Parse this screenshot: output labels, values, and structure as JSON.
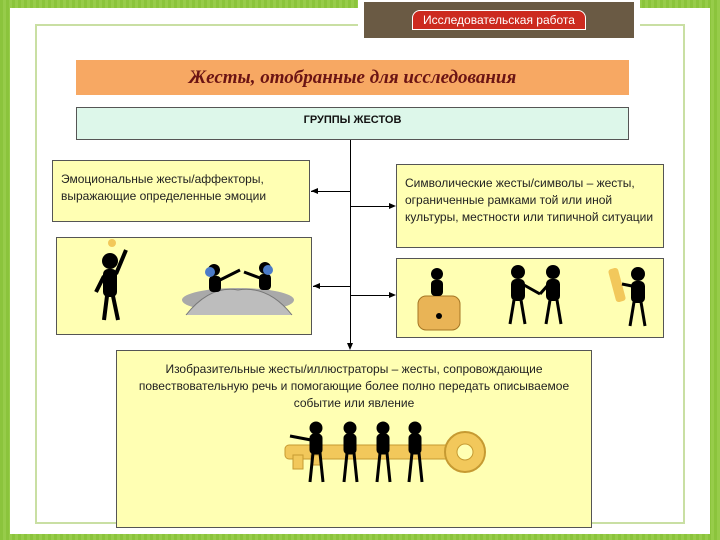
{
  "header": {
    "tab_label": "Исследовательская работа"
  },
  "title": "Жесты, отобранные для исследования",
  "groups_title": "ГРУППЫ ЖЕСТОВ",
  "groups": {
    "emotional": "Эмоциональные жесты/аффекторы, выражающие определенные эмоции",
    "symbolic": "Символические жесты/символы – жесты, ограниченные рамками той или иной культуры, местности или типичной ситуации",
    "illustrative": "Изобразительные жесты/иллюстраторы – жесты, сопровождающие повествовательную речь и помогающие более полно передать описываемое событие или явление"
  },
  "colors": {
    "background_green": "#8fc63f",
    "title_orange": "#f7a863",
    "title_text": "#6b1414",
    "groups_box": "#ddf7ea",
    "content_box": "#ffffb3",
    "header_brown": "#6a5a44",
    "header_red": "#cc2a1f",
    "key_gold": "#f2c85b"
  },
  "illustrations": {
    "left": [
      "stick-figure-raised-arm-icon",
      "two-figures-on-rock-icon"
    ],
    "right": [
      "figure-on-treasure-box-icon",
      "two-figures-handshake-icon",
      "figure-with-key-icon"
    ],
    "center": [
      "figures-carrying-key-icon"
    ]
  }
}
